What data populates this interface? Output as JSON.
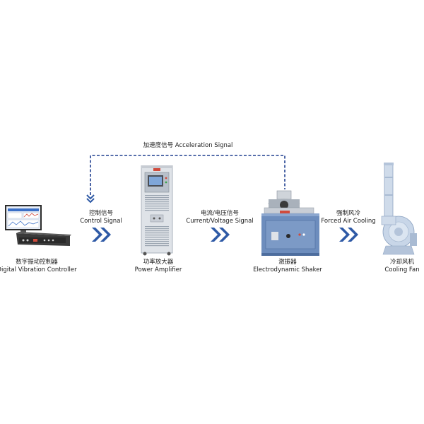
{
  "feedback": {
    "label_cn": "加速度信号",
    "label_en": "Acceleration Signal"
  },
  "links": [
    {
      "cn": "控制信号",
      "en": "Control Signal"
    },
    {
      "cn": "电流/电压信号",
      "en": "Current/Voltage Signal"
    },
    {
      "cn": "强制风冷",
      "en": "Forced Air Cooling"
    }
  ],
  "devices": [
    {
      "cn": "数字振动控制器",
      "en": "Digital Vibration Controller"
    },
    {
      "cn": "功率放大器",
      "en": "Power Amplifier"
    },
    {
      "cn": "激振器",
      "en": "Electrodynamic Shaker"
    },
    {
      "cn": "冷却风机",
      "en": "Cooling Fan"
    }
  ],
  "colors": {
    "arrow": "#2f5aa6",
    "dashed_line": "#1f3f8f",
    "device_body": "#d9dde3",
    "device_blue": "#5a7fb5"
  }
}
